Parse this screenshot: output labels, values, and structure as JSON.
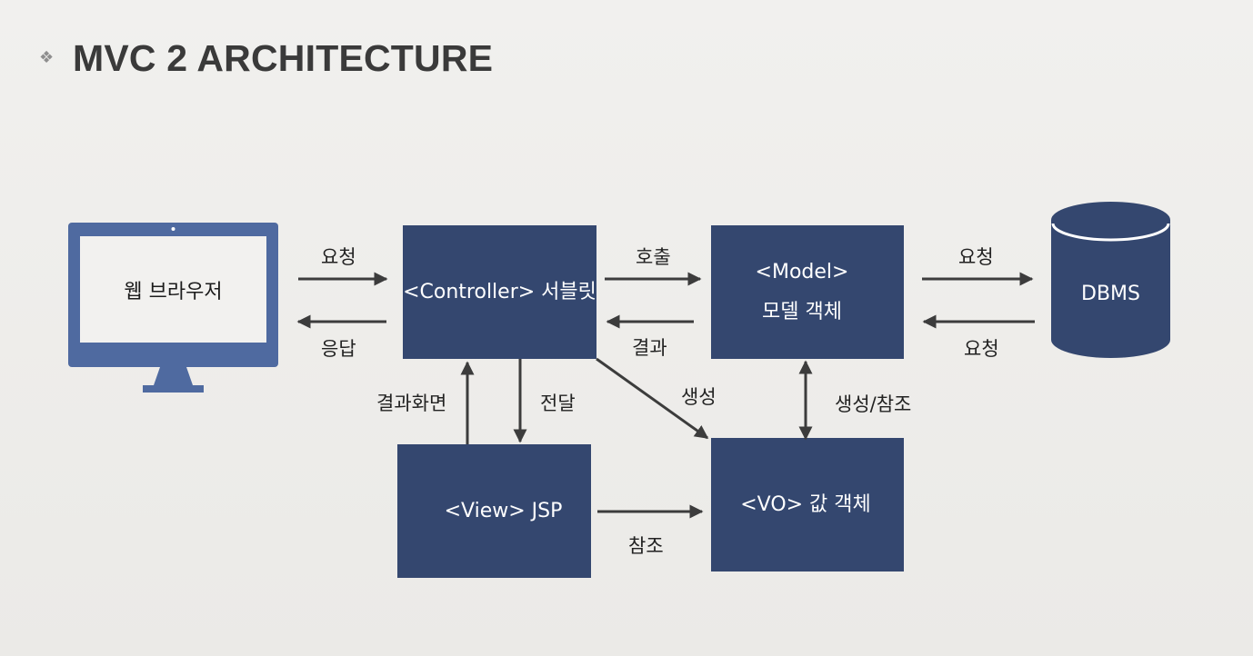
{
  "title": {
    "bullet": "❖",
    "text": "MVC 2 ARCHITECTURE"
  },
  "nodes": {
    "browser": "웹 브라우저",
    "controller": "<Controller> 서블릿",
    "model_line1": "<Model>",
    "model_line2": "모델 객체",
    "dbms": "DBMS",
    "view": "<View> JSP",
    "vo": "<VO> 값 객체"
  },
  "edge_labels": {
    "browser_to_controller": "요청",
    "controller_to_browser": "응답",
    "controller_to_model": "호출",
    "model_to_controller": "결과",
    "model_to_dbms": "요청",
    "dbms_to_model": "요청",
    "view_to_controller": "결과화면",
    "controller_to_view": "전달",
    "controller_to_vo": "생성",
    "model_vo": "생성/참조",
    "view_to_vo": "참조"
  },
  "colors": {
    "box_fill": "#34476f",
    "arrow": "#3c3c3c",
    "text": "#222222"
  }
}
